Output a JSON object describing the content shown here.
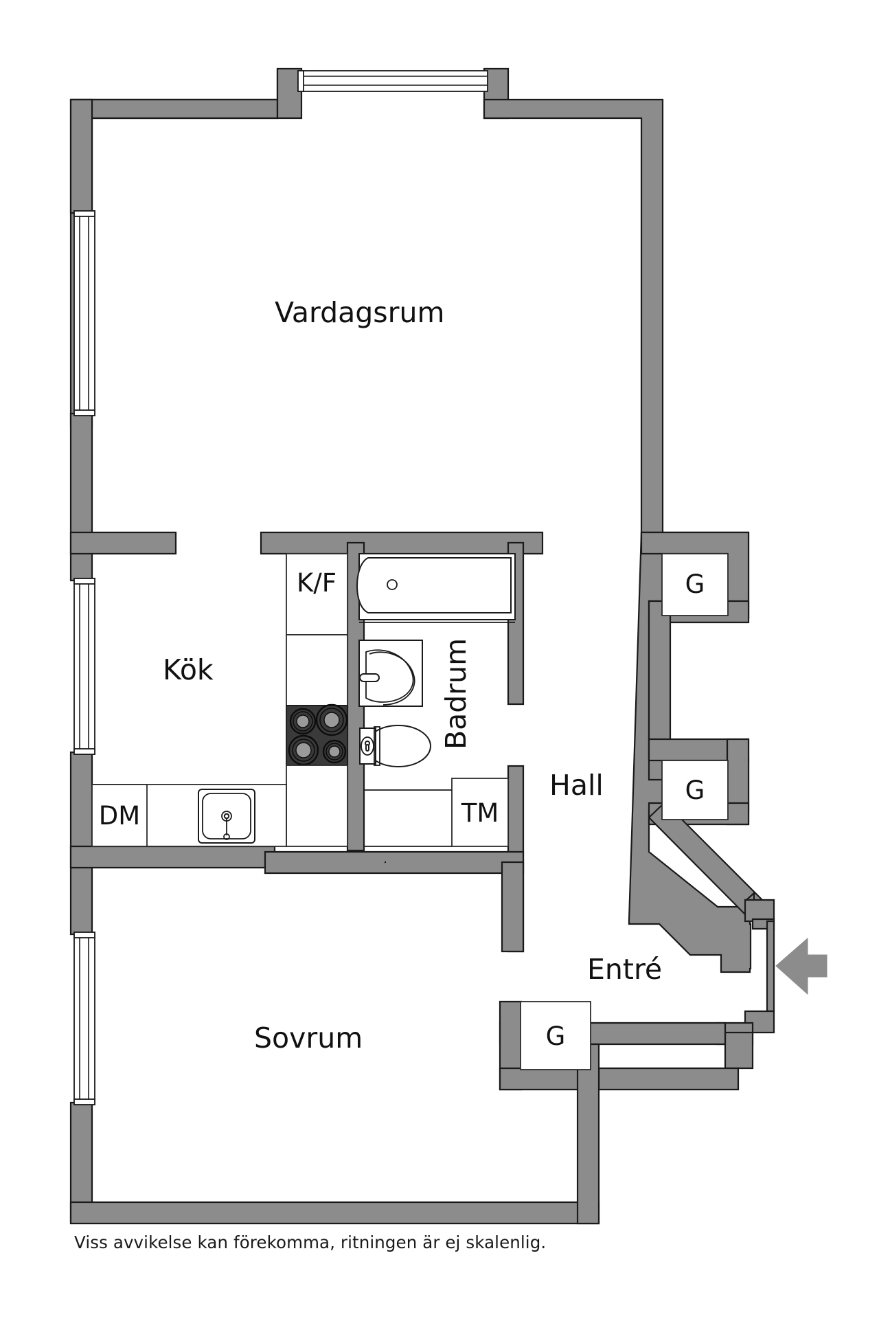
{
  "document": {
    "type": "floor-plan",
    "disclaimer": "Viss avvikelse kan förekomma, ritningen är ej skalenlig.",
    "language": "sv",
    "colors": {
      "wall_fill": "#8c8c8c",
      "wall_stroke": "#1a1a1a",
      "background": "#ffffff",
      "text": "#111111",
      "stove_fill": "#3a3a3a",
      "arrow_fill": "#8c8c8c"
    }
  },
  "rooms": [
    {
      "id": "vardagsrum",
      "label": "Vardagsrum"
    },
    {
      "id": "kok",
      "label": "Kök"
    },
    {
      "id": "badrum",
      "label": "Badrum"
    },
    {
      "id": "hall",
      "label": "Hall"
    },
    {
      "id": "entre",
      "label": "Entré"
    },
    {
      "id": "sovrum",
      "label": "Sovrum"
    }
  ],
  "tags": [
    {
      "id": "kf",
      "label": "K/F",
      "meaning": "kyl-frys"
    },
    {
      "id": "dm",
      "label": "DM",
      "meaning": "diskmaskin"
    },
    {
      "id": "tm",
      "label": "TM",
      "meaning": "tvattmaskin"
    },
    {
      "id": "g-upper",
      "label": "G",
      "meaning": "garderob"
    },
    {
      "id": "g-middle",
      "label": "G",
      "meaning": "garderob"
    },
    {
      "id": "g-lower",
      "label": "G",
      "meaning": "garderob"
    }
  ],
  "fixtures": [
    {
      "id": "bathtub",
      "name": "bathtub"
    },
    {
      "id": "washbasin",
      "name": "washbasin"
    },
    {
      "id": "toilet",
      "name": "toilet"
    },
    {
      "id": "kitchen-sink",
      "name": "kitchen-sink"
    },
    {
      "id": "stove",
      "name": "stove",
      "burners": 4
    }
  ],
  "windows": [
    {
      "id": "window-top",
      "orientation": "horizontal"
    },
    {
      "id": "window-left-living",
      "orientation": "vertical"
    },
    {
      "id": "window-left-kitchen",
      "orientation": "vertical"
    },
    {
      "id": "window-left-bedroom",
      "orientation": "vertical"
    }
  ],
  "entrance": {
    "id": "entrance-arrow",
    "direction": "left",
    "label": "Entré"
  }
}
